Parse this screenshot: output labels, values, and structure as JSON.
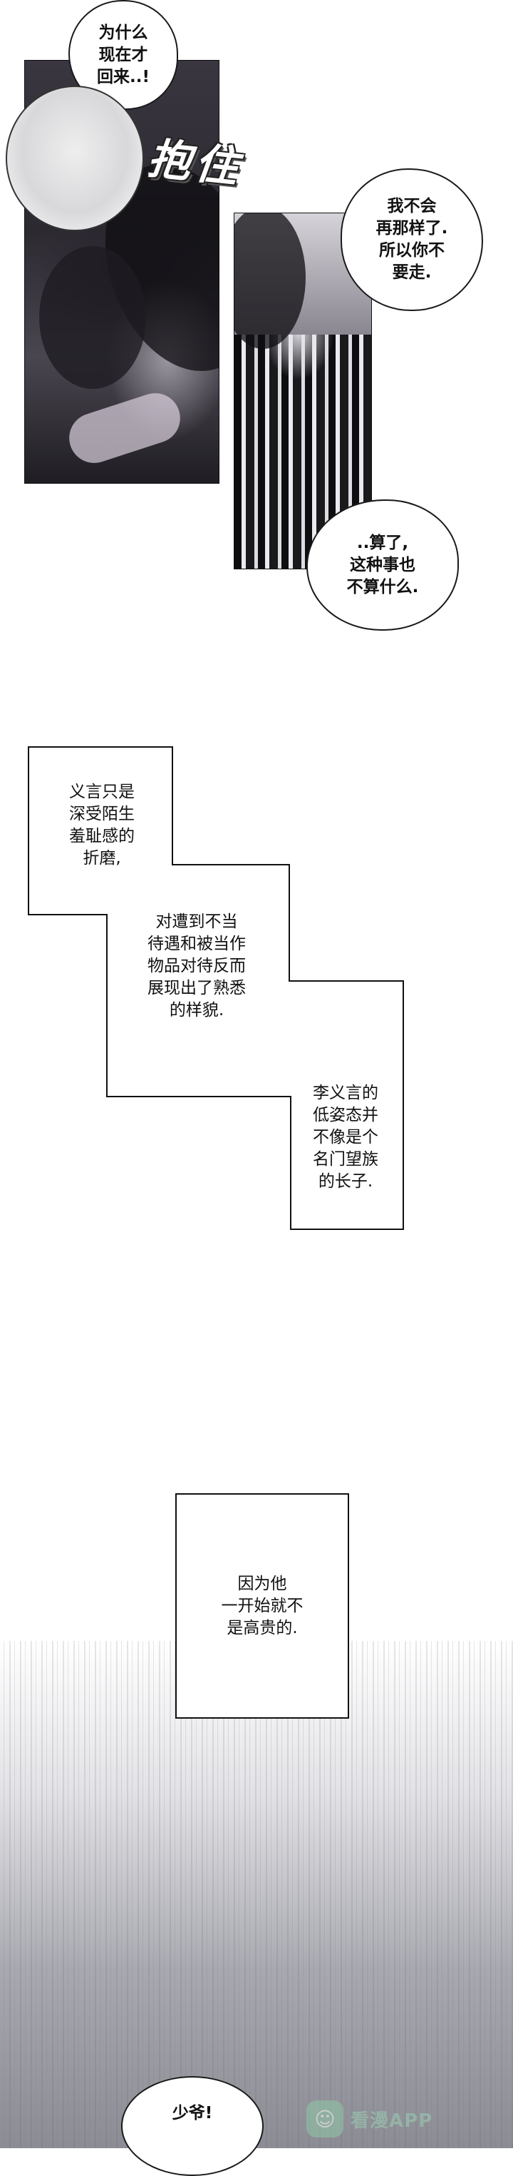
{
  "panel1": {
    "bubble_top": [
      "为什么",
      "现在才",
      "回来..!"
    ],
    "sfx": "抱住"
  },
  "panel2": {
    "bubble_right_top": [
      "我不会",
      "再那样了.",
      "所以你不",
      "要走."
    ],
    "bubble_right_bottom": [
      "..算了,",
      "这种事也",
      "不算什么."
    ]
  },
  "narration": {
    "step1": [
      "义言只是",
      "深受陌生",
      "羞耻感的",
      "折磨,"
    ],
    "step2": [
      "对遭到不当",
      "待遇和被当作",
      "物品对待反而",
      "展现出了熟悉",
      "的样貌."
    ],
    "step3": [
      "李义言的",
      "低姿态并",
      "不像是个",
      "名门望族",
      "的长子."
    ]
  },
  "box": {
    "lines": [
      "因为他",
      "一开始就不",
      "是高贵的."
    ]
  },
  "bottom": {
    "bubble": "少爷!",
    "watermark": "看漫APP"
  }
}
